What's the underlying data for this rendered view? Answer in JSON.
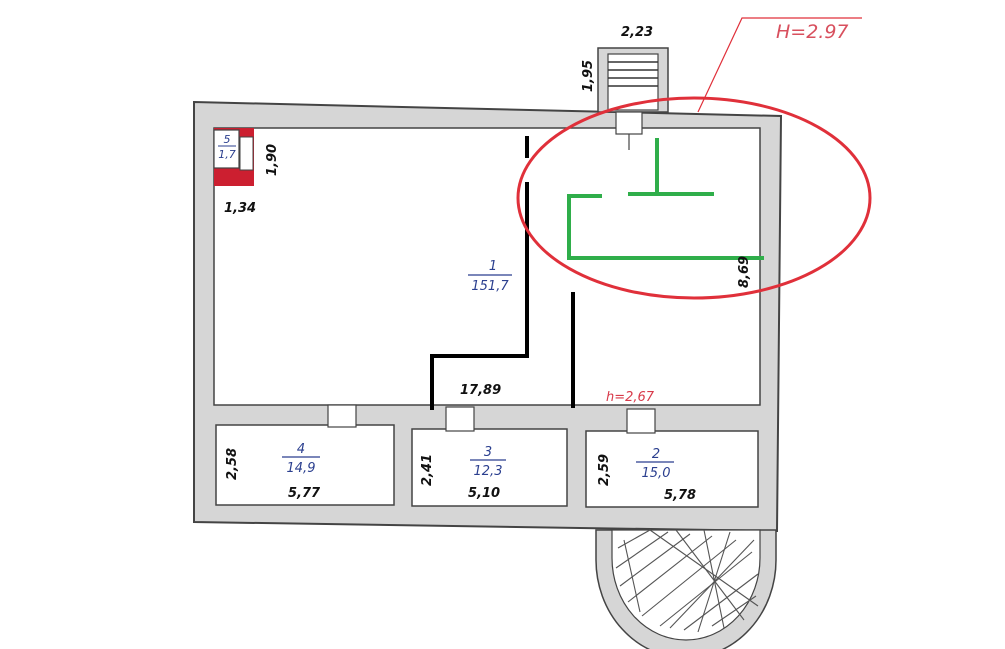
{
  "colors": {
    "wall_fill": "#d6d6d6",
    "wall_stroke": "#444444",
    "annotation_red": "#e0303a",
    "partition_black": "#000000",
    "new_wall_green": "#2fae4a",
    "room_label_blue": "#2b3f8f",
    "wc_fill": "#cc1f30"
  },
  "heights": {
    "building": "H=2.97",
    "room": "h=2,67"
  },
  "rooms": [
    {
      "id": "room-1",
      "number": "1",
      "area": "151,7"
    },
    {
      "id": "room-2",
      "number": "2",
      "area": "15,0"
    },
    {
      "id": "room-3",
      "number": "3",
      "area": "12,3"
    },
    {
      "id": "room-4",
      "number": "4",
      "area": "14,9"
    },
    {
      "id": "room-5",
      "number": "5",
      "area": "1,7"
    }
  ],
  "dimensions": {
    "stair_width": "2,23",
    "stair_depth": "1,95",
    "wc_height": "1,90",
    "wc_width": "1,34",
    "hall_length": "17,89",
    "hall_width": "8,69",
    "room4_width": "5,77",
    "room4_depth": "2,58",
    "room3_width": "5,10",
    "room3_depth": "2,41",
    "room2_width": "5,78",
    "room2_depth": "2,59"
  }
}
